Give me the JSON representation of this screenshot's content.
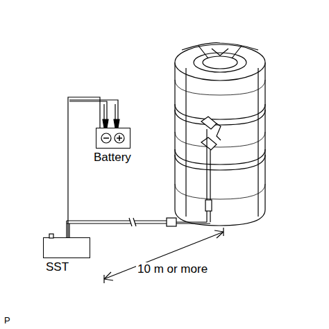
{
  "diagram": {
    "nodes": [
      {
        "text": [
          "Battery"
        ]
      },
      {
        "text": [
          "SST"
        ]
      }
    ],
    "edges": [
      {
        "from": 0,
        "to": 1,
        "arrow": "none"
      }
    ],
    "labels": [
      "10 m or more",
      "P"
    ]
  }
}
